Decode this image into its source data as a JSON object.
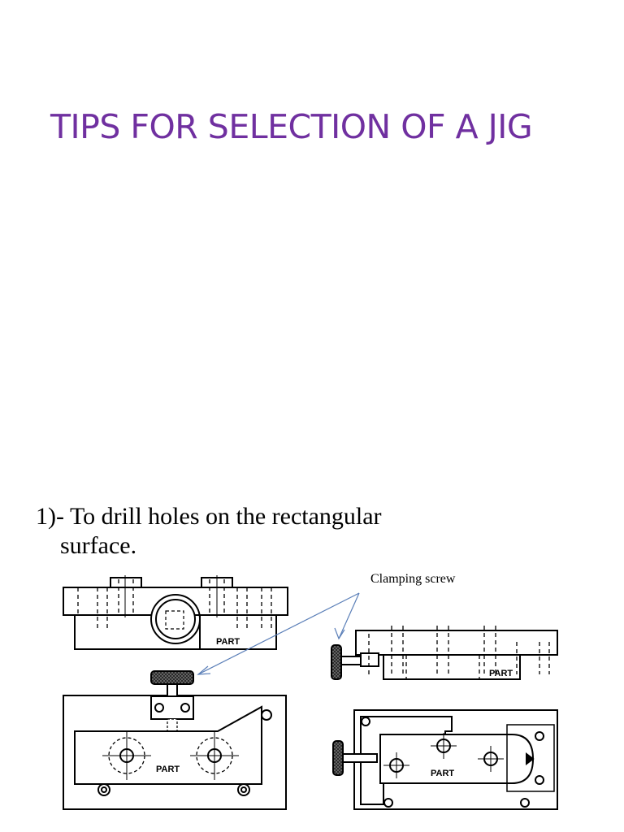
{
  "slide": {
    "title": "TIPS FOR SELECTION OF A JIG",
    "point_line1": "1)- To drill  holes on the rectangular",
    "point_line2": "surface.",
    "callout_label": "Clamping screw",
    "part_label": "PART",
    "title_color": "#7030a0",
    "arrow_color": "#5b7fb8"
  }
}
